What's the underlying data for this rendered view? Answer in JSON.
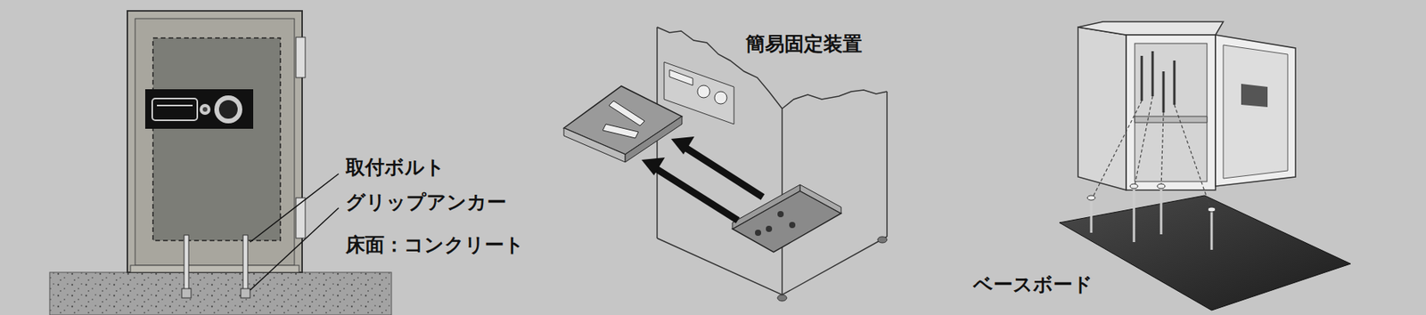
{
  "diagram": {
    "labels": [
      "取付ボルト",
      "グリップアンカー",
      "床面：コンクリート",
      "簡易固定装置",
      "ベースボード"
    ]
  }
}
